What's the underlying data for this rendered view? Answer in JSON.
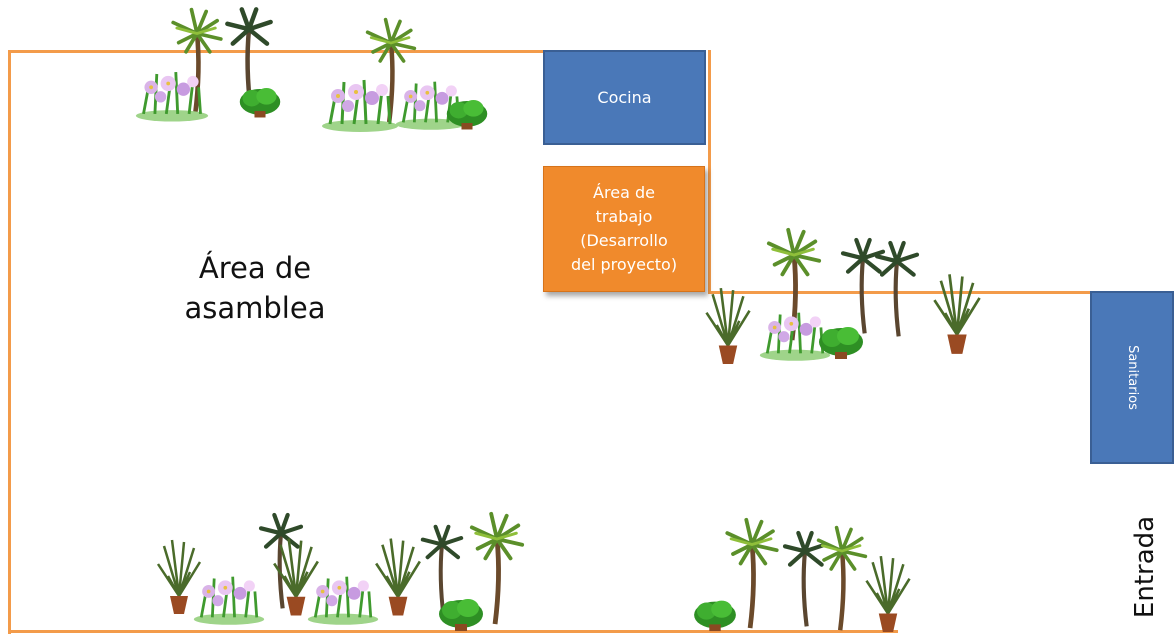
{
  "areas": {
    "cocina": "Cocina",
    "trabajo": "Área de\ntrabajo\n(Desarrollo\ndel proyecto)",
    "asamblea": "Área de\nasamblea",
    "sanitarios": "Sanitarios",
    "entrada": "Entrada"
  },
  "colors": {
    "wall": "#f39b4a",
    "room_blue": "#4a78b8",
    "room_orange": "#f08a2c"
  },
  "icons": {
    "palm": "palm-tree-icon",
    "bush": "bush-icon",
    "flowers": "flower-bed-icon",
    "potted": "potted-plant-icon"
  }
}
